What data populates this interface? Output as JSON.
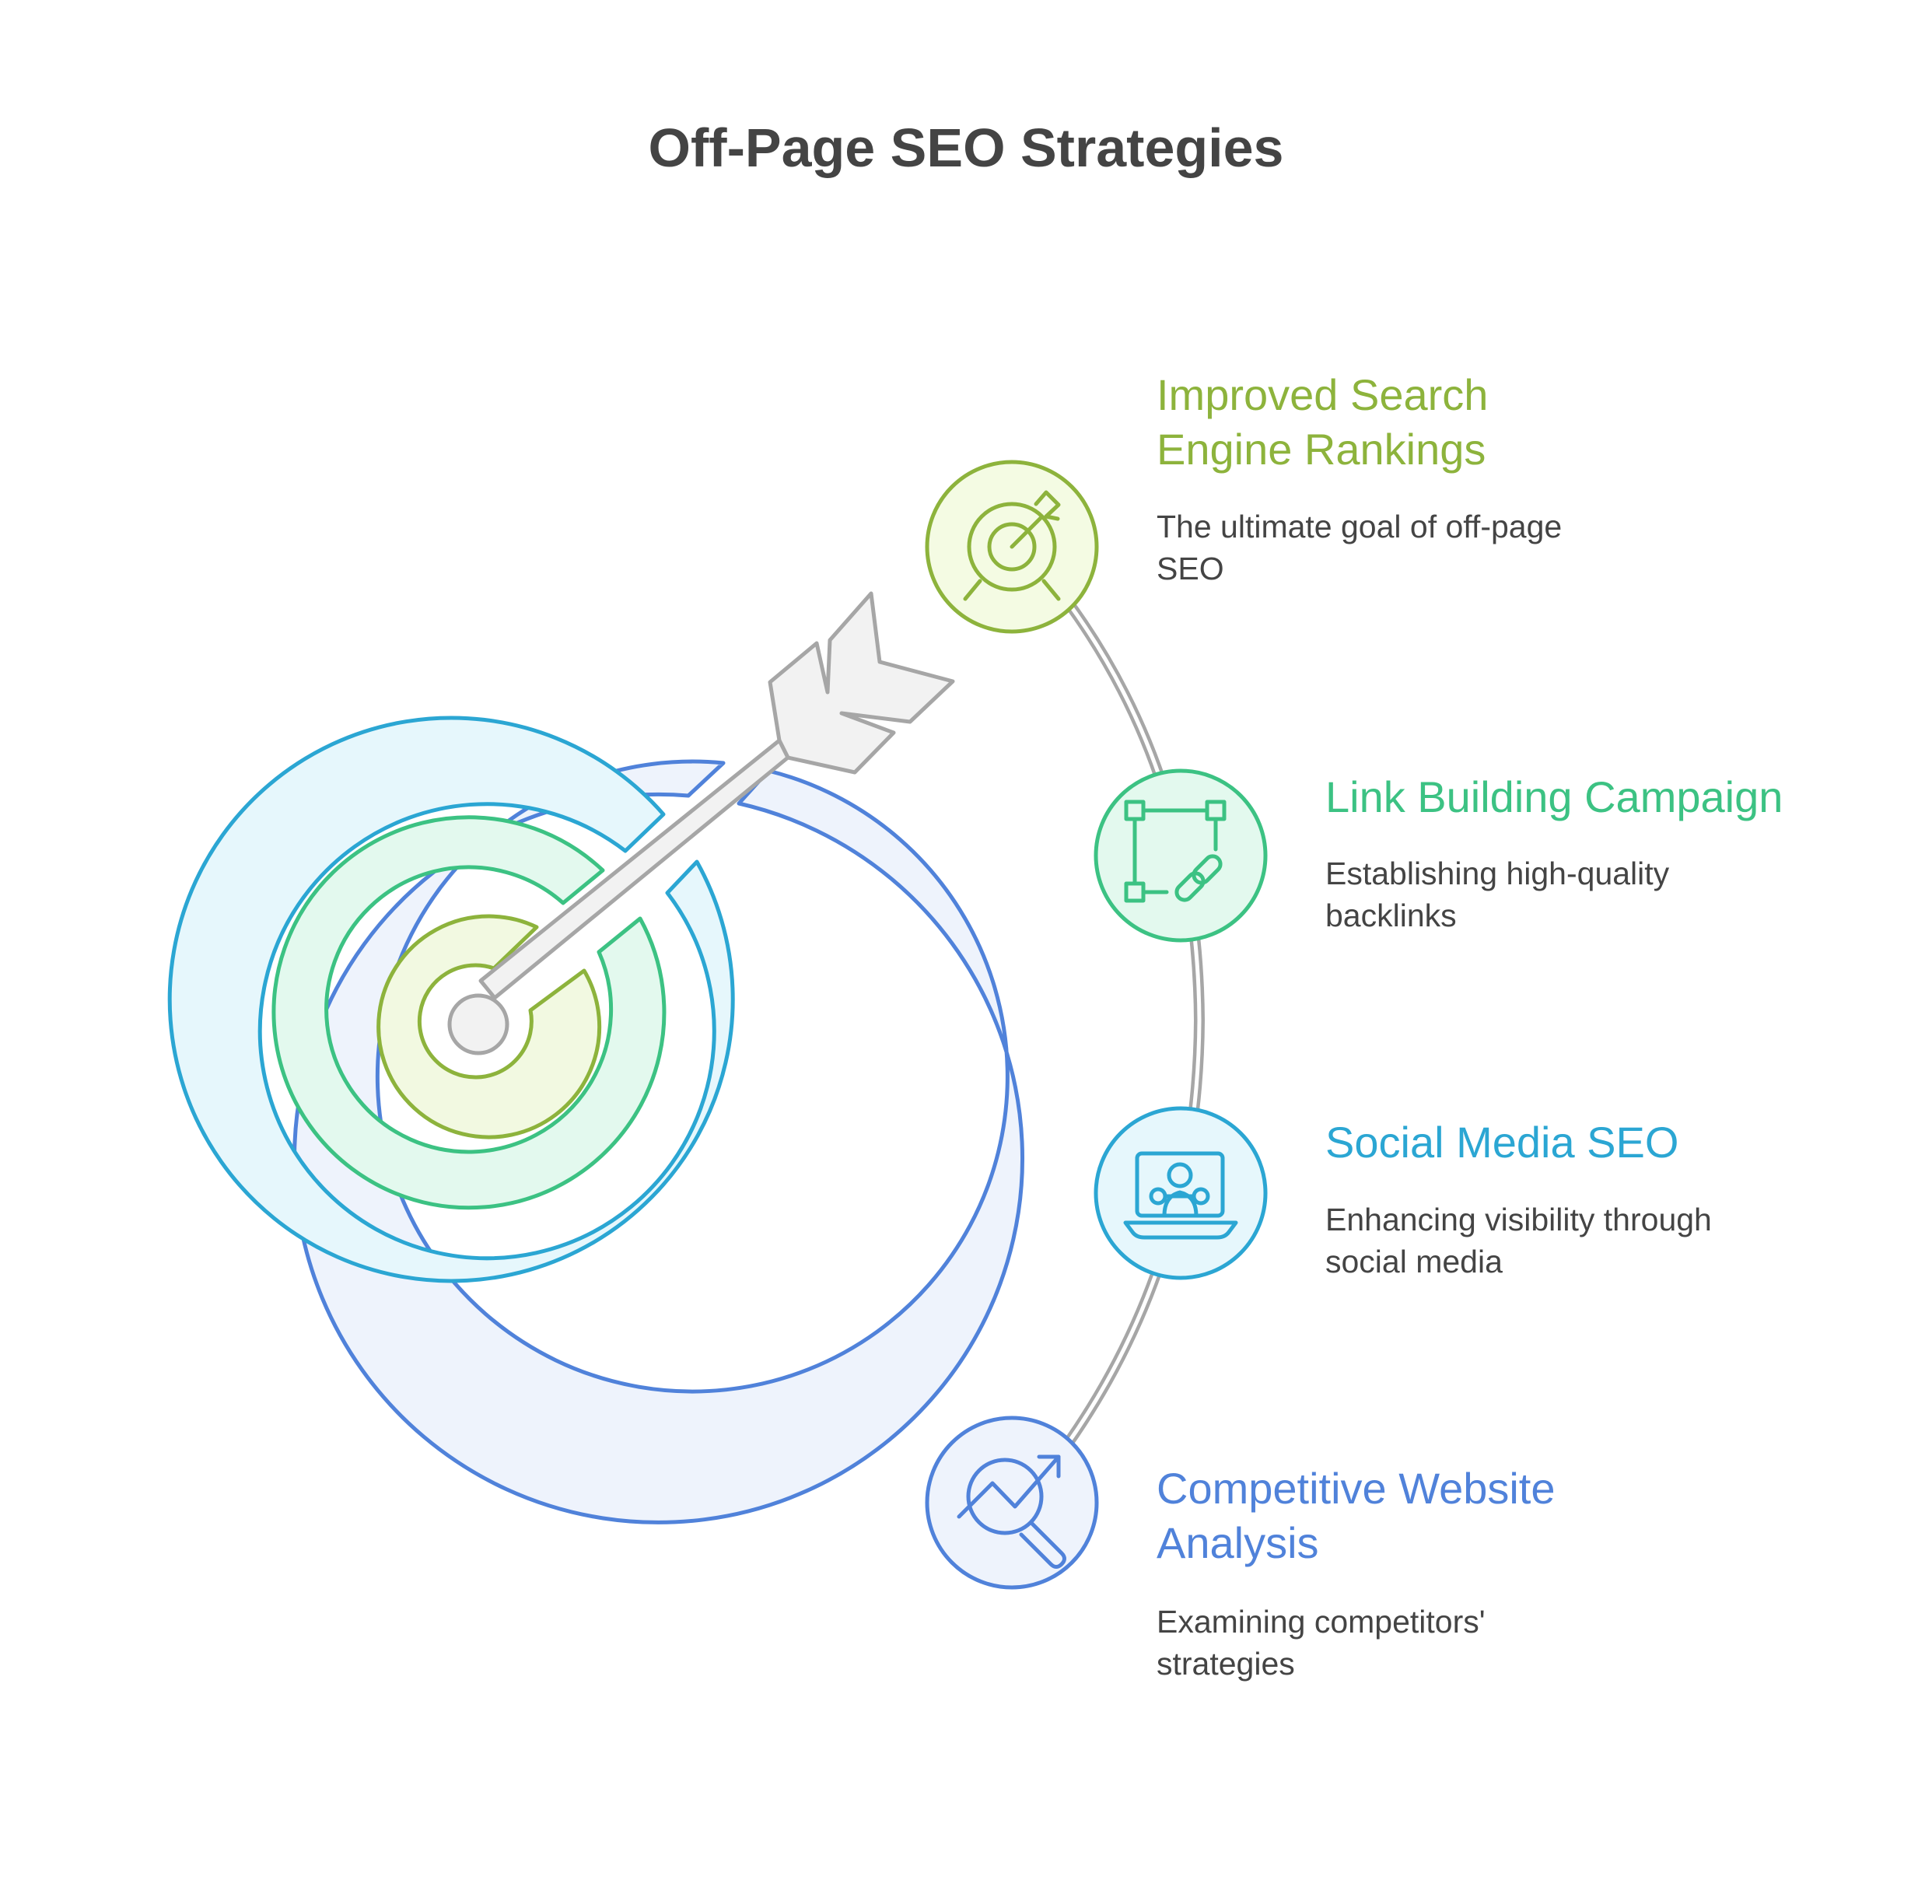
{
  "title": "Off-Page SEO Strategies",
  "colors": {
    "green": "#8DB33C",
    "teal": "#3CC283",
    "cyan": "#2BA6D3",
    "blue": "#5082DA",
    "gray": "#A6A6A6",
    "arrow_fill": "#F2F2F2",
    "text": "#444444"
  },
  "items": [
    {
      "title": "Improved Search\nEngine Rankings",
      "description": "The ultimate goal of off-page\nSEO",
      "icon": "target-icon",
      "color": "#8DB33C"
    },
    {
      "title": "Link Building Campaign",
      "description": "Establishing high-quality\nbacklinks",
      "icon": "link-icon",
      "color": "#3CC283"
    },
    {
      "title": "Social Media SEO",
      "description": "Enhancing visibility through\nsocial media",
      "icon": "laptop-network-icon",
      "color": "#2BA6D3"
    },
    {
      "title": "Competitive Website\nAnalysis",
      "description": "Examining competitors'\nstrategies",
      "icon": "chart-magnifier-icon",
      "color": "#5082DA"
    }
  ]
}
